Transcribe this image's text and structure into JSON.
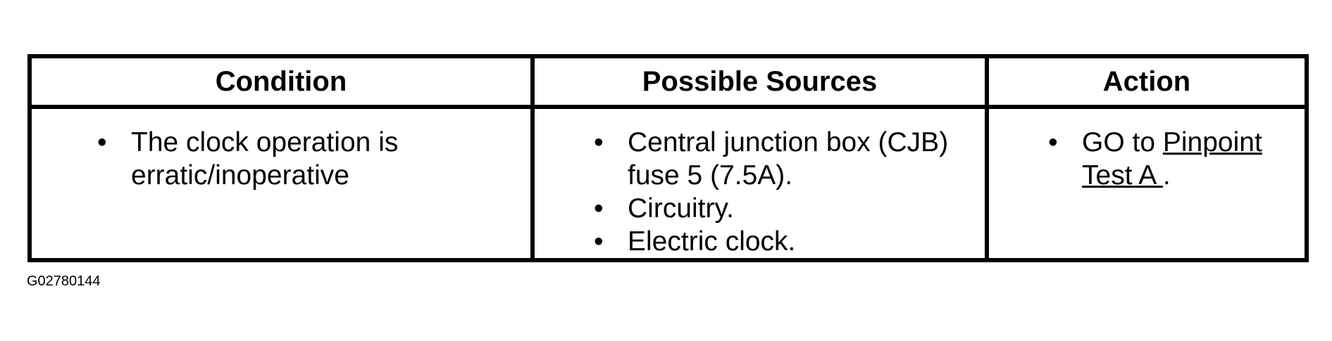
{
  "table": {
    "headers": {
      "condition": "Condition",
      "sources": "Possible Sources",
      "action": "Action"
    },
    "row": {
      "condition": [
        "The clock operation is erratic/inoperative"
      ],
      "sources": [
        "Central junction box (CJB) fuse 5 (7.5A).",
        "Circuitry.",
        "Electric clock."
      ],
      "action": {
        "prefix": "GO to ",
        "link": "Pinpoint Test A ",
        "suffix": "."
      }
    }
  },
  "figure_id": "G02780144"
}
